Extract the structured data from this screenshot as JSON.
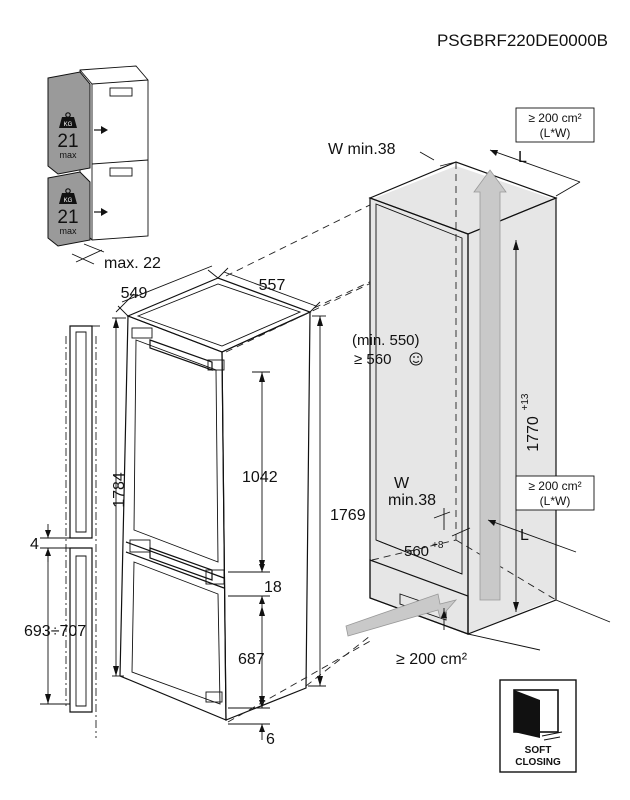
{
  "model_code": "PSGBRF220DE0000B",
  "shelf_load": {
    "unit": "KG",
    "value": "21",
    "qualifier": "max",
    "door_offset_label": "max. 22"
  },
  "appliance": {
    "depth": "549",
    "width": "557",
    "overall_height": "1769",
    "door_height": "1784",
    "upper_door_height": "1042",
    "middle_gap": "18",
    "lower_door_height": "687",
    "bottom_gap": "6"
  },
  "door_panel": {
    "gap": "4",
    "panel_height_range": "693÷707"
  },
  "niche": {
    "top_wall_label": "W min.38",
    "side_wall_label": "W",
    "side_wall_min": "min.38",
    "min_width_note": "(min. 550)",
    "width_label": "≥ 560",
    "depth_label": "560",
    "depth_tolerance": "+8",
    "height_label": "1770",
    "height_tolerance": "+13",
    "top_vent_area": "≥ 200 cm²",
    "top_vent_formula": "(L*W)",
    "bottom_vent_area": "≥ 200 cm²",
    "bottom_vent_formula": "(L*W)",
    "base_vent_area": "≥ 200 cm²",
    "letter_l": "L"
  },
  "badge": {
    "line1": "SOFT",
    "line2": "CLOSING",
    "icon": "soft-closing-door-icon"
  },
  "colors": {
    "lines": "#111111",
    "airflow_arrow": "#c9c9c9",
    "door_panel": "#9a9a9a",
    "niche_shadow": "#d4d4d4"
  }
}
